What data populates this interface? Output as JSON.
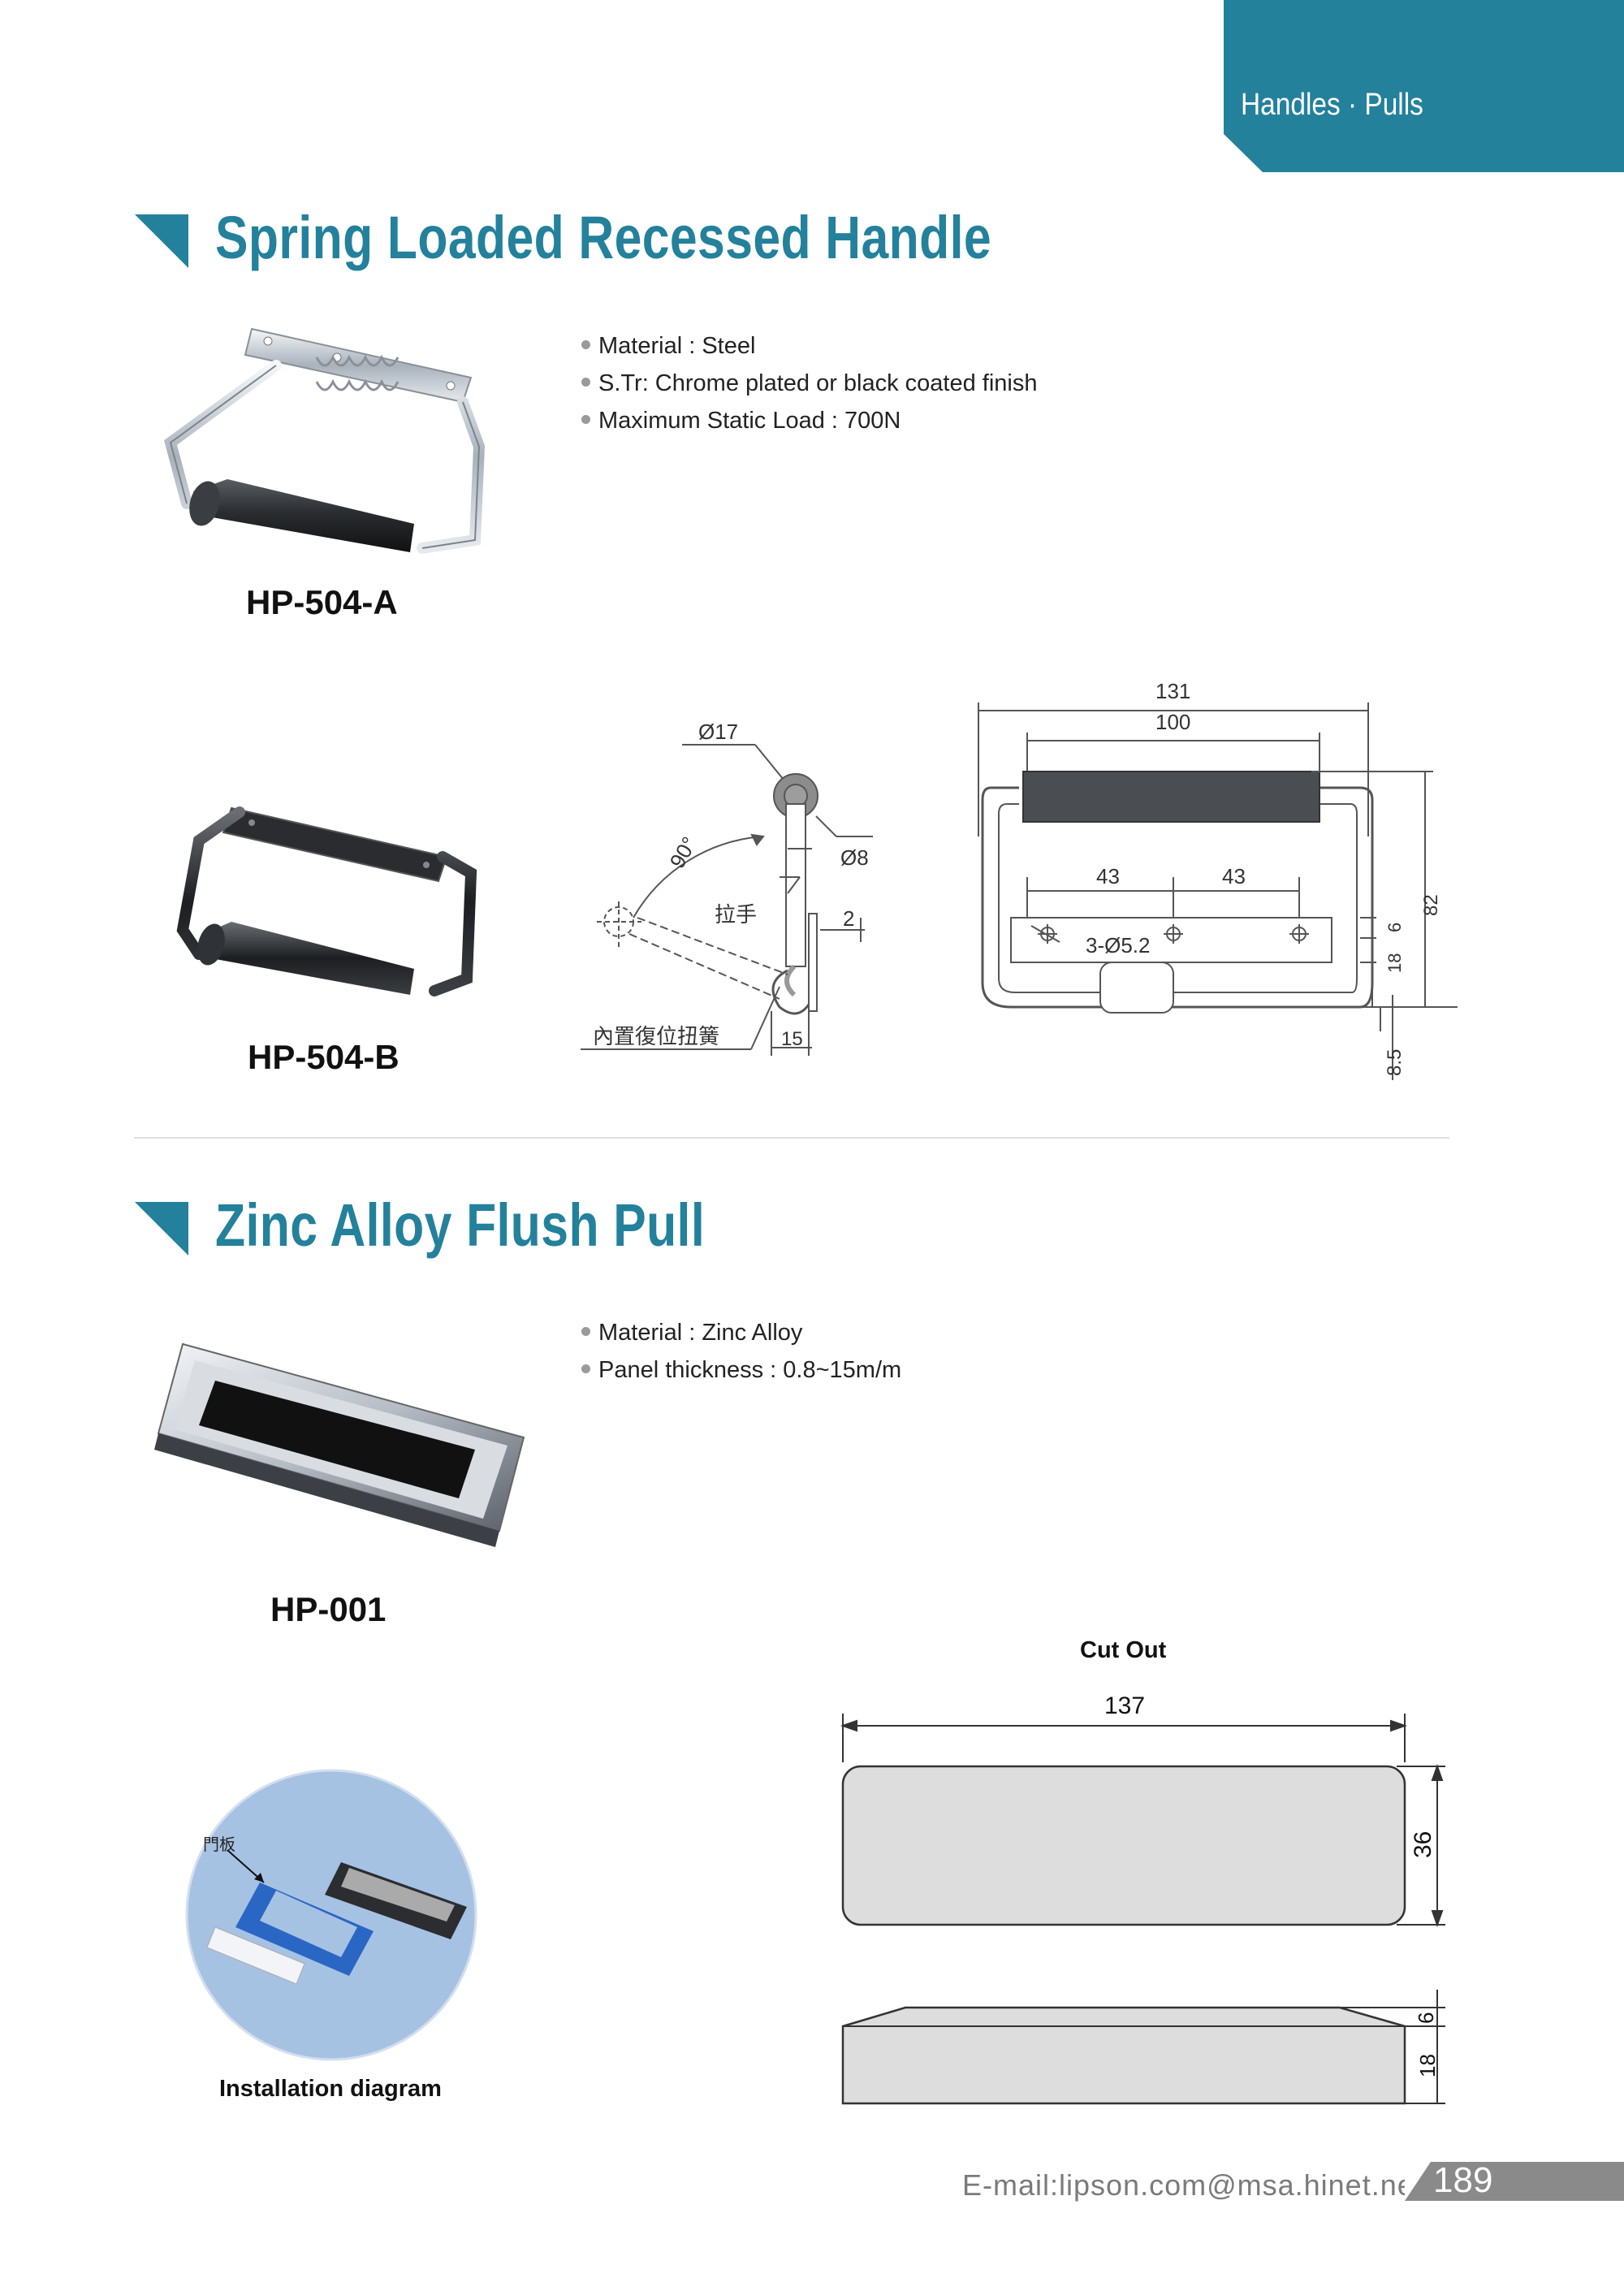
{
  "header": {
    "category": "Handles · Pulls"
  },
  "section1": {
    "title": "Spring Loaded Recessed Handle",
    "specs": [
      "Material : Steel",
      "S.Tr: Chrome plated or black coated finish",
      "Maximum Static Load : 700N"
    ],
    "models": [
      "HP-504-A",
      "HP-504-B"
    ],
    "side_drawing": {
      "dia_top": "Ø17",
      "angle": "90°",
      "dia_pin": "Ø8",
      "label_handle": "拉手",
      "thickness": "2",
      "label_spring": "內置復位扭簧",
      "offset": "15"
    },
    "front_drawing": {
      "width_overall": "131",
      "width_grip": "100",
      "hole_spacing_1": "43",
      "hole_spacing_2": "43",
      "holes": "3-Ø5.2",
      "h_6": "6",
      "h_18": "18",
      "height": "82",
      "depth": "8.5"
    }
  },
  "section2": {
    "title": "Zinc Alloy Flush Pull",
    "specs": [
      "Material : Zinc Alloy",
      "Panel thickness : 0.8~15m/m"
    ],
    "model": "HP-001",
    "install_label": "門板",
    "install_caption": "Installation diagram",
    "cutout": {
      "title": "Cut Out",
      "width": "137",
      "height": "36",
      "side_6": "6",
      "side_18": "18"
    }
  },
  "footer": {
    "email": "E-mail:lipson.com@msa.hinet.net",
    "page": "189"
  }
}
